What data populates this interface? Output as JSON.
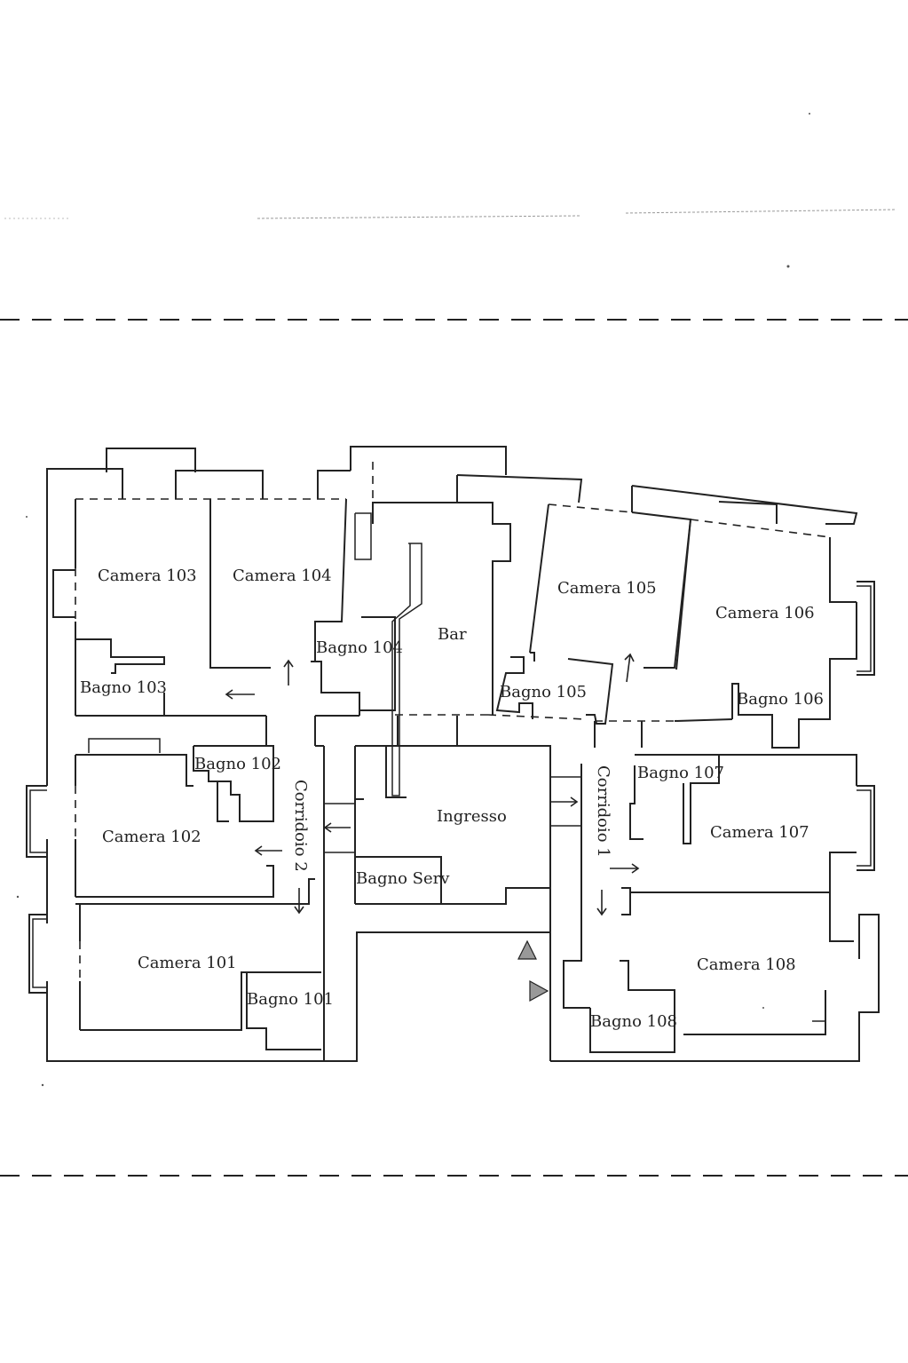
{
  "rooms": {
    "camera_103": "Camera 103",
    "camera_104": "Camera 104",
    "bagno_104": "Bagno 104",
    "bar": "Bar",
    "camera_105": "Camera 105",
    "camera_106": "Camera 106",
    "bagno_103": "Bagno 103",
    "bagno_105": "Bagno 105",
    "bagno_106": "Bagno 106",
    "bagno_102": "Bagno 102",
    "corridoio_2": "Corridoio 2",
    "ingresso": "Ingresso",
    "corridoio_1": "Corridoio 1",
    "bagno_107": "Bagno 107",
    "camera_102": "Camera 102",
    "camera_107": "Camera 107",
    "bagno_serv": "Bagno Serv",
    "camera_101": "Camera 101",
    "camera_108": "Camera 108",
    "bagno_101": "Bagno 101",
    "bagno_108": "Bagno 108"
  },
  "colors": {
    "ink": "#222222",
    "paper": "#ffffff",
    "marker": "#888888"
  }
}
